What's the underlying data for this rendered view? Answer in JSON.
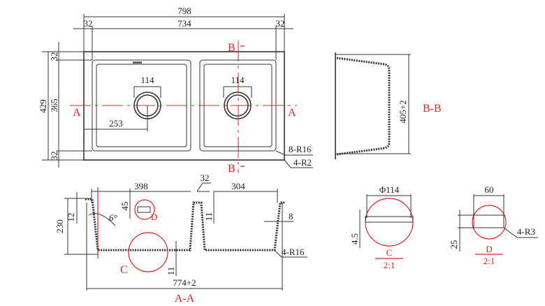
{
  "plan_view": {
    "dim_overall_width": "798",
    "dim_inner_width": "734",
    "dim_left_margin": "32",
    "dim_right_margin": "32",
    "dim_overall_depth": "429",
    "dim_inner_depth": "365",
    "dim_top_margin": "32",
    "dim_bottom_margin": "32",
    "dim_left_drain": "114",
    "dim_right_drain": "114",
    "dim_drain_offset": "253",
    "section_a_left": "A",
    "section_a_right": "A",
    "section_b_top": "B",
    "section_b_bottom": "B",
    "label_inner_radius": "8-R16",
    "label_outer_radius": "4-R2"
  },
  "section_aa": {
    "title": "A-A",
    "dim_left_bowl": "398",
    "dim_divider": "32",
    "dim_right_bowl": "304",
    "dim_height": "230",
    "dim_rim": "12",
    "dim_45": "45",
    "dim_11_top": "11",
    "dim_11_bottom": "11",
    "dim_wall": "8",
    "dim_angle": "6°",
    "label_radius": "4-R16",
    "dim_overall": "774+2",
    "detail_c": "C",
    "detail_d": "D"
  },
  "section_bb": {
    "title": "B-B",
    "dim_depth": "405+2"
  },
  "detail_c": {
    "dim_diameter": "Φ114",
    "dim_thickness": "4.5",
    "label": "C",
    "scale": "2:1"
  },
  "detail_d": {
    "dim_width": "60",
    "dim_height": "25",
    "label_radius": "4-R3",
    "label": "D",
    "scale": "2:1"
  },
  "colors": {
    "line": "#333333",
    "section_marks": "#e02020"
  }
}
